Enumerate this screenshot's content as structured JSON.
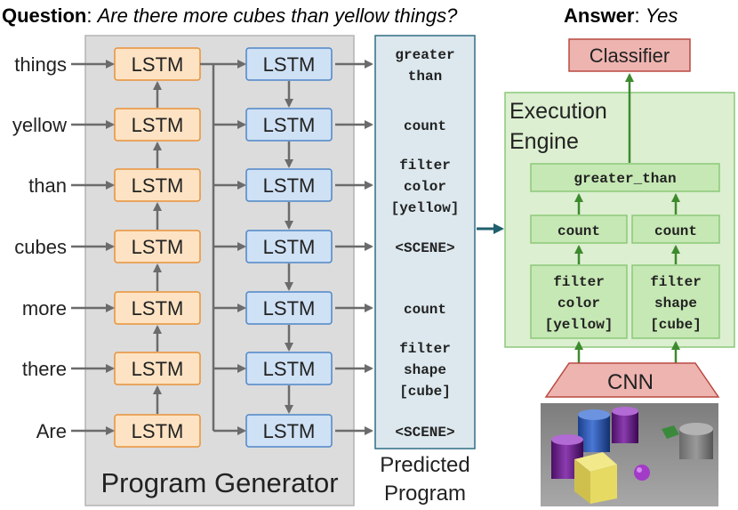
{
  "header": {
    "question_label": "Question",
    "question_text": "Are there more cubes than yellow things?",
    "answer_label": "Answer",
    "answer_text": "Yes"
  },
  "words": [
    "things",
    "yellow",
    "than",
    "cubes",
    "more",
    "there",
    "Are"
  ],
  "encoder_label": "LSTM",
  "decoder_label": "LSTM",
  "program_generator": {
    "label": "Program Generator"
  },
  "predicted_program": {
    "label_line1": "Predicted",
    "label_line2": "Program",
    "tokens": [
      [
        "greater",
        "than"
      ],
      [
        "count"
      ],
      [
        "filter",
        "color",
        "[yellow]"
      ],
      [
        "<SCENE>"
      ],
      [
        "count"
      ],
      [
        "filter",
        "shape",
        "[cube]"
      ],
      [
        "<SCENE>"
      ]
    ]
  },
  "execution_engine": {
    "label_line1": "Execution",
    "label_line2": "Engine",
    "greater_than": "greater_than",
    "count_left": "count",
    "count_right": "count",
    "filter_left": [
      "filter",
      "color",
      "[yellow]"
    ],
    "filter_right": [
      "filter",
      "shape",
      "[cube]"
    ]
  },
  "classifier": {
    "label": "Classifier"
  },
  "cnn": {
    "label": "CNN"
  },
  "colors": {
    "encoder_fill": "#fde3c3",
    "encoder_stroke": "#e8923a",
    "decoder_fill": "#cfe1f5",
    "decoder_stroke": "#4f86c6",
    "generator_bg": "#dcdcdc",
    "program_fill": "#dce8ee",
    "program_stroke": "#2f6e83",
    "engine_fill": "#dcefd0",
    "engine_stroke": "#8cc97a",
    "engine_box_fill": "#c6e8b4",
    "engine_arrow": "#3d8a2e",
    "classifier_fill": "#eeb4b0",
    "classifier_stroke": "#b94a42",
    "arrow_gray": "#6b6b6b"
  }
}
